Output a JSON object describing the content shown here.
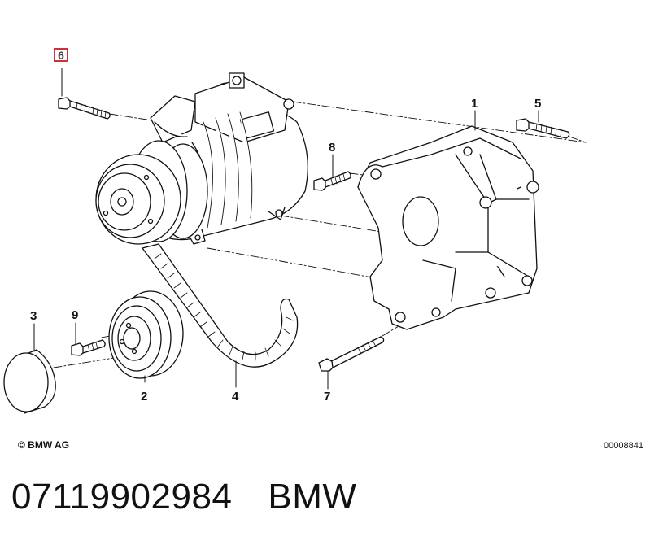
{
  "diagram": {
    "callouts": [
      {
        "id": "1",
        "label": "1"
      },
      {
        "id": "2",
        "label": "2"
      },
      {
        "id": "3",
        "label": "3"
      },
      {
        "id": "4",
        "label": "4"
      },
      {
        "id": "5",
        "label": "5"
      },
      {
        "id": "6",
        "label": "6"
      },
      {
        "id": "7",
        "label": "7"
      },
      {
        "id": "8",
        "label": "8"
      },
      {
        "id": "9",
        "label": "9"
      }
    ],
    "highlighted_callout": "6",
    "highlight_color": "#d0303a"
  },
  "footer": {
    "copyright": "© BMW AG",
    "reference_code": "00008841"
  },
  "part": {
    "number": "07119902984",
    "brand": "BMW"
  }
}
